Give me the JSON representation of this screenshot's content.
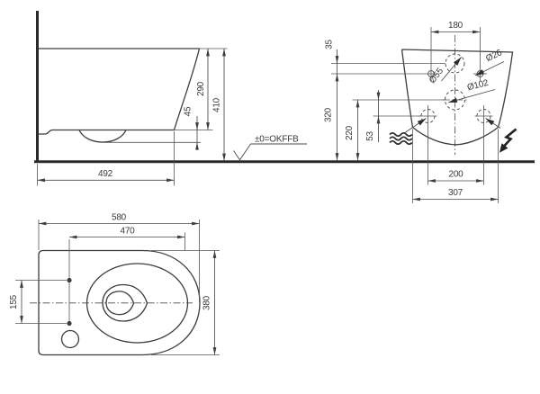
{
  "document": {
    "type": "technical drawing",
    "subject": "wall-hung toilet dimension drawing",
    "floor_level_label": "±0=OKFFB"
  },
  "colors": {
    "background": "#ffffff",
    "line": "#3d3d3d",
    "thick_line": "#2a2a2a",
    "text": "#3a3a3a"
  },
  "views": {
    "side": {
      "name": "side view",
      "width": "492",
      "rim_height": "290",
      "overall_height": "410",
      "rim_thickness": "45"
    },
    "rear": {
      "name": "rear view",
      "top_hole_spacing": "180",
      "top_offset": "35",
      "fixing_height": "320",
      "outlet_height": "220",
      "lower_offset": "53",
      "bottom_hole_spacing": "200",
      "base_width": "307",
      "flush_inlet_diameter": "Ø55",
      "fixing_hole_diameter": "Ø26",
      "outlet_diameter": "Ø102"
    },
    "top": {
      "name": "top view",
      "length": "580",
      "hole_to_front": "470",
      "hole_spacing": "155",
      "width": "380"
    }
  },
  "icons": {
    "water_supply": "triple-wave-icon",
    "electrical": "lightning-bolt-icon"
  }
}
